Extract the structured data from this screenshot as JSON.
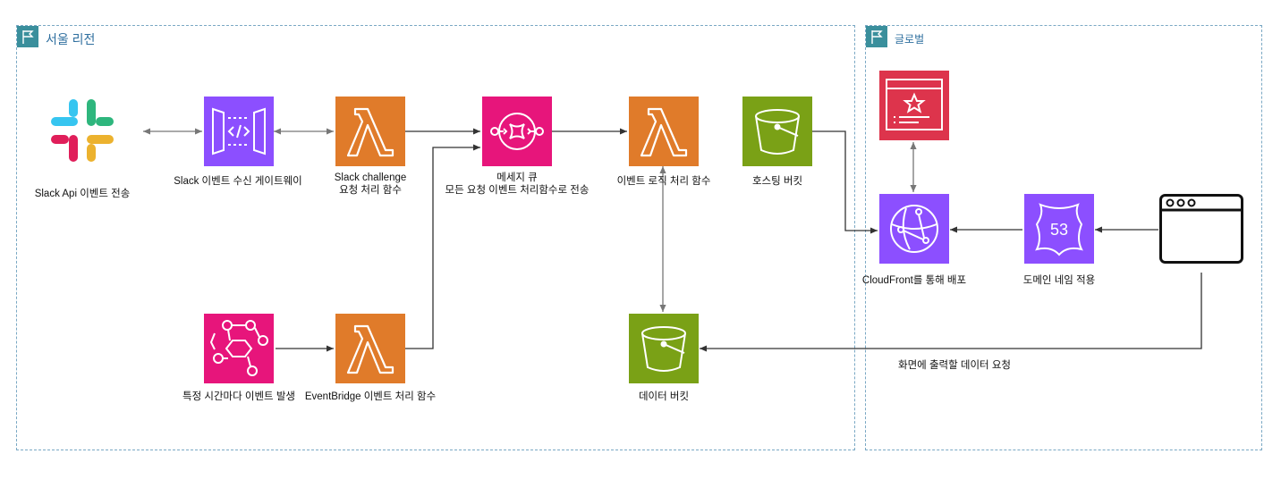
{
  "regions": {
    "seoul": "서울 리전",
    "global": "글로벌"
  },
  "nodes": {
    "slack_api": "Slack Api 이벤트 전송",
    "api_gateway": "Slack 이벤트 수신 게이트웨이",
    "lambda_challenge_line1": "Slack challenge",
    "lambda_challenge_line2": "요청 처리 함수",
    "queue_line1": "메세지 큐",
    "queue_line2": "모든 요청 이벤트 처리함수로 전송",
    "lambda_logic": "이벤트 로직 처리 함수",
    "hosting_bucket": "호스팅 버킷",
    "eventbridge": "특정 시간마다 이벤트 발생",
    "lambda_eventbridge": "EventBridge 이벤트 처리 함수",
    "data_bucket": "데이터 버킷",
    "cloudfront": "CloudFront를 통해 배포",
    "route53": "도메인 네임 적용",
    "route53_number": "53",
    "edge_request": "화면에 출력할 데이터 요청"
  },
  "colors": {
    "lambda": "#e07b2a",
    "network": "#8c4fff",
    "integration": "#e7157b",
    "storage": "#7aa116",
    "security": "#dd344c",
    "region_border": "#7aa8c4",
    "region_label": "#2f6f9f"
  },
  "icons": {
    "slack": "slack-logo-icon",
    "gateway": "api-gateway-icon",
    "lambda": "lambda-icon",
    "queue": "sqs-icon",
    "bucket": "s3-bucket-icon",
    "eventbridge": "eventbridge-icon",
    "cloudfront": "cloudfront-icon",
    "route53": "route53-icon",
    "certificate": "certificate-manager-icon",
    "browser": "browser-window-icon"
  }
}
